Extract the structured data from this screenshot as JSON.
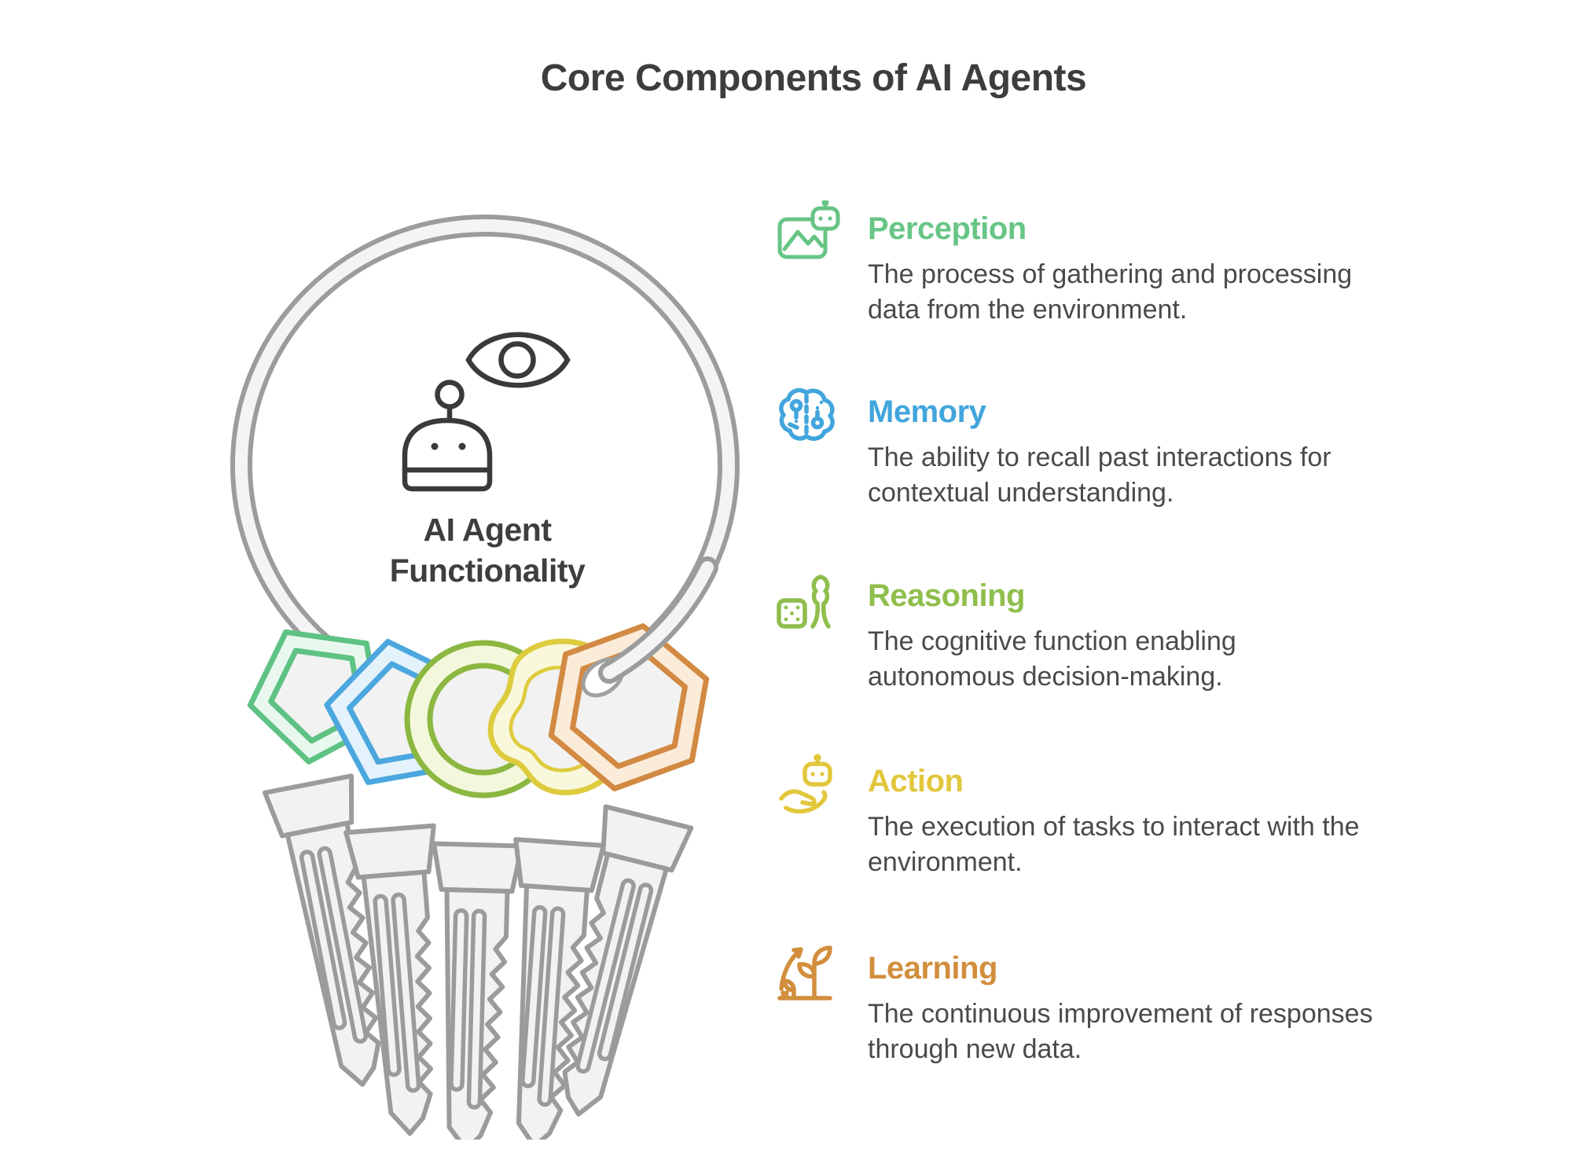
{
  "title": "Core Components of AI Agents",
  "title_color": "#3D3D3D",
  "body_text_color": "#4A4A4A",
  "illustration": {
    "label_line1": "AI Agent",
    "label_line2": "Functionality",
    "label_color": "#3E3E3E",
    "ring_color": "#9C9C9C",
    "ring_fill": "#F4F4F4",
    "outline_color": "#3A3A3A",
    "key_blade_stroke": "#9B9B9B",
    "key_blade_fill": "#F2F2F2",
    "key_inner_fill": "#F2F2F2",
    "hole_stroke": "#A0A0A0",
    "hole_fill": "#FFFFFF",
    "keys": [
      {
        "name": "green",
        "stroke": "#5EC283",
        "fill": "#E9F8EF"
      },
      {
        "name": "blue",
        "stroke": "#4BA7DE",
        "fill": "#E4F2FC"
      },
      {
        "name": "olive",
        "stroke": "#8CB741",
        "fill": "#F3F8DC"
      },
      {
        "name": "yellow",
        "stroke": "#DECC3F",
        "fill": "#FAF8DC"
      },
      {
        "name": "orange",
        "stroke": "#D28A43",
        "fill": "#FBEBD9"
      }
    ]
  },
  "sections": [
    {
      "title": "Perception",
      "color": "#67C585",
      "desc_line1": "The process of gathering and processing",
      "desc_line2": "data from the environment.",
      "icon": "image-robot-icon"
    },
    {
      "title": "Memory",
      "color": "#42A5DC",
      "desc_line1": "The ability to recall past interactions for",
      "desc_line2": "contextual understanding.",
      "icon": "ai-brain-icon"
    },
    {
      "title": "Reasoning",
      "color": "#8FBE4C",
      "desc_line1": "The cognitive function enabling",
      "desc_line2": "autonomous decision-making.",
      "icon": "pawn-dice-icon"
    },
    {
      "title": "Action",
      "color": "#E2C73C",
      "desc_line1": "The execution of tasks to interact with the",
      "desc_line2": "environment.",
      "icon": "hand-robot-icon"
    },
    {
      "title": "Learning",
      "color": "#D28E3D",
      "desc_line1": "The continuous improvement of responses",
      "desc_line2": "through new data.",
      "icon": "growth-plant-icon"
    }
  ]
}
